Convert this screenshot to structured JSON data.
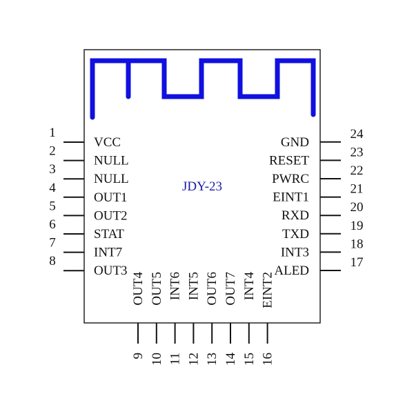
{
  "module": {
    "label": "JDY-23",
    "label_color": "#1a1aa6",
    "antenna_color": "#1010e0",
    "outline_color": "#222222"
  },
  "left_pins": [
    {
      "number": "1",
      "name": "VCC"
    },
    {
      "number": "2",
      "name": "NULL"
    },
    {
      "number": "3",
      "name": "NULL"
    },
    {
      "number": "4",
      "name": "OUT1"
    },
    {
      "number": "5",
      "name": "OUT2"
    },
    {
      "number": "6",
      "name": "STAT"
    },
    {
      "number": "7",
      "name": "INT7"
    },
    {
      "number": "8",
      "name": "OUT3"
    }
  ],
  "bottom_pins": [
    {
      "number": "9",
      "name": "OUT4"
    },
    {
      "number": "10",
      "name": "OUT5"
    },
    {
      "number": "11",
      "name": "INT6"
    },
    {
      "number": "12",
      "name": "INT5"
    },
    {
      "number": "13",
      "name": "OUT6"
    },
    {
      "number": "14",
      "name": "OUT7"
    },
    {
      "number": "15",
      "name": "INT4"
    },
    {
      "number": "16",
      "name": "EINT2"
    }
  ],
  "right_pins": [
    {
      "number": "17",
      "name": "ALED"
    },
    {
      "number": "18",
      "name": "INT3"
    },
    {
      "number": "19",
      "name": "TXD"
    },
    {
      "number": "20",
      "name": "RXD"
    },
    {
      "number": "21",
      "name": "EINT1"
    },
    {
      "number": "22",
      "name": "PWRC"
    },
    {
      "number": "23",
      "name": "RESET"
    },
    {
      "number": "24",
      "name": "GND"
    }
  ]
}
